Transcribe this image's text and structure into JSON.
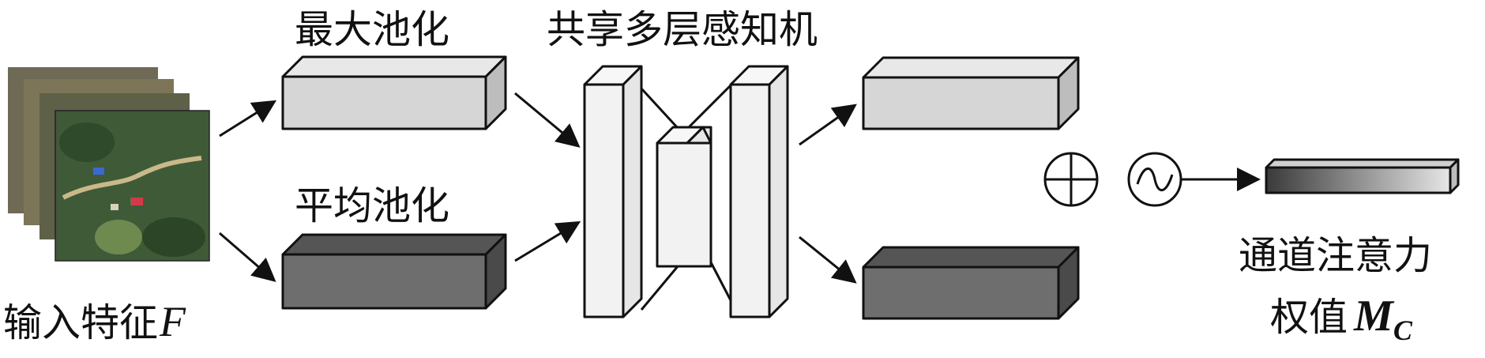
{
  "labels": {
    "input_feature": "输入特征",
    "input_symbol": "F",
    "max_pool": "最大池化",
    "avg_pool": "平均池化",
    "shared_mlp": "共享多层感知机",
    "channel_attention_line1": "通道注意力",
    "channel_attention_line2": "权值",
    "weight_symbol": "M",
    "weight_subscript": "C"
  },
  "operators": {
    "add": "element-wise addition (⊕)",
    "activation": "sigmoid (~)"
  },
  "colors": {
    "light_block": "#d6d6d6",
    "light_block_top": "#e8e8e8",
    "dark_block": "#6e6e6e",
    "dark_block_top": "#555555",
    "mlp_face": "#f2f2f2",
    "stroke": "#111111"
  }
}
